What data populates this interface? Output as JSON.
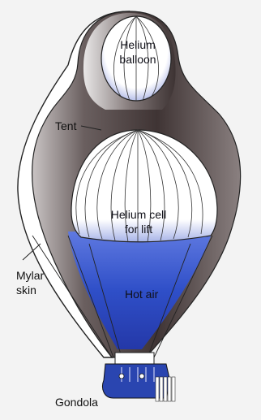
{
  "diagram": {
    "labels": {
      "helium_balloon": [
        "Helium",
        "balloon"
      ],
      "tent": "Tent",
      "helium_cell": [
        "Helium cell",
        "for lift"
      ],
      "hot_air": "Hot air",
      "mylar_skin": [
        "Mylar",
        "skin"
      ],
      "gondola": "Gondola"
    },
    "colors": {
      "background": "#f3f3f3",
      "envelope_dark": "#4a4040",
      "helium_cell": "#ffffff",
      "hot_air": "#2f4fc8",
      "gondola": "#2a45b0"
    }
  }
}
